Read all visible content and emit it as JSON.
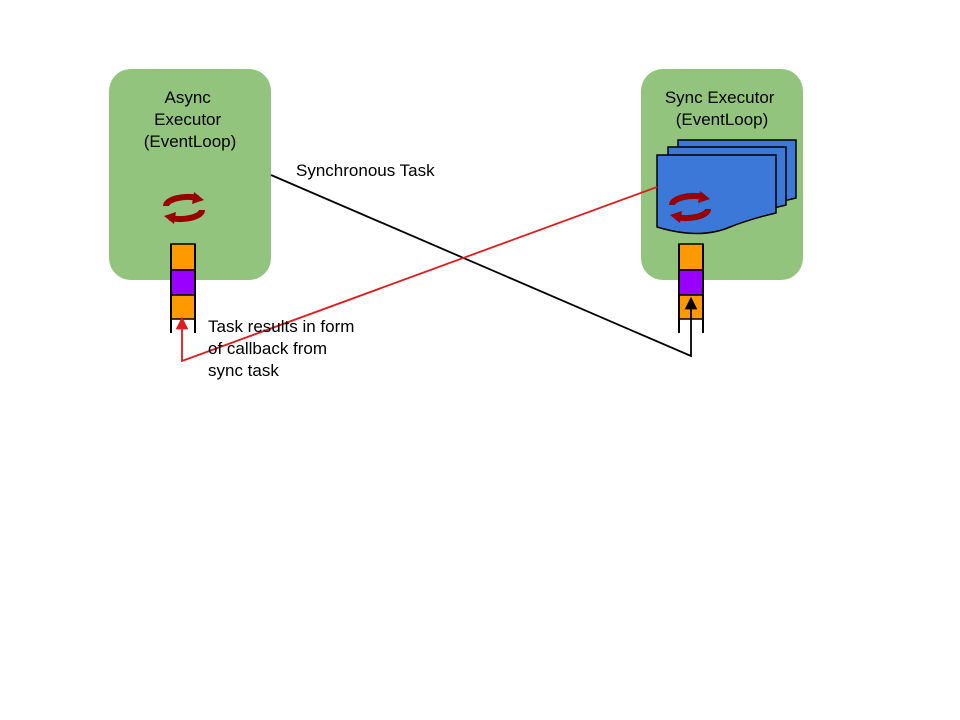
{
  "diagram": {
    "async_executor": {
      "title_lines": [
        "Async",
        "Executor",
        "(EventLoop)"
      ],
      "icon": "circular-arrows-icon"
    },
    "sync_executor": {
      "title_lines": [
        "Sync Executor",
        "(EventLoop)"
      ],
      "icon": "circular-arrows-icon",
      "stack_icon": "stacked-documents-icon"
    },
    "queue_segments": [
      "orange",
      "purple",
      "orange"
    ],
    "arrow_sync_task": {
      "label": "Synchronous Task"
    },
    "arrow_callback": {
      "label_lines": [
        "Task results in form",
        "of callback from",
        "sync task"
      ]
    },
    "colors": {
      "executor_box": "#93c47d",
      "queue_orange": "#ff9900",
      "queue_purple": "#9900ff",
      "loop_icon": "#990000",
      "document_stack": "#3c78d8",
      "sync_arrow": "#000000",
      "callback_arrow": "#e01b1b"
    }
  }
}
